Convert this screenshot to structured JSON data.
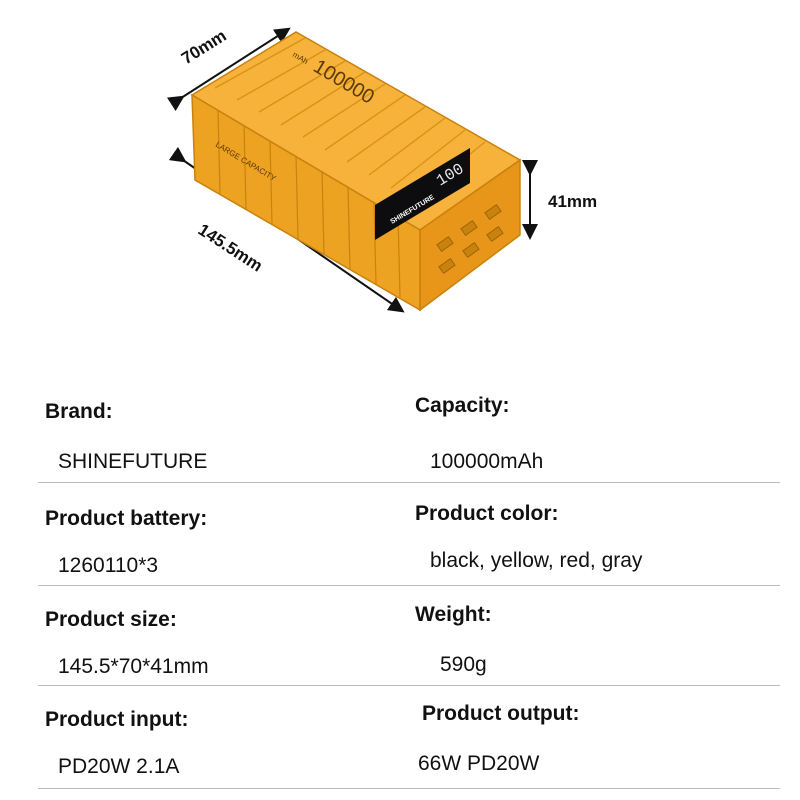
{
  "dimensions": {
    "depth": "70mm",
    "length": "145.5mm",
    "height": "41mm"
  },
  "device": {
    "capacity_print": "100000",
    "unit_print": "mAh",
    "side_print": "LARGE CAPACITY",
    "display_reading": "100",
    "display_brand": "SHINEFUTURE"
  },
  "colors": {
    "body": "#f0a61c",
    "body_dark": "#c9820e",
    "body_light": "#f6bd45",
    "screen": "#0d0d0f"
  },
  "specs": [
    {
      "left_label": "Brand:",
      "left_value": "SHINEFUTURE",
      "right_label": "Capacity:",
      "right_value": "100000mAh"
    },
    {
      "left_label": "Product battery:",
      "left_value": "1260110*3",
      "right_label": "Product color:",
      "right_value": "black, yellow, red, gray"
    },
    {
      "left_label": "Product size:",
      "left_value": "145.5*70*41mm",
      "right_label": "Weight:",
      "right_value": "590g"
    },
    {
      "left_label": "Product input:",
      "left_value": "PD20W 2.1A",
      "right_label": "Product output:",
      "right_value": "66W PD20W"
    }
  ]
}
